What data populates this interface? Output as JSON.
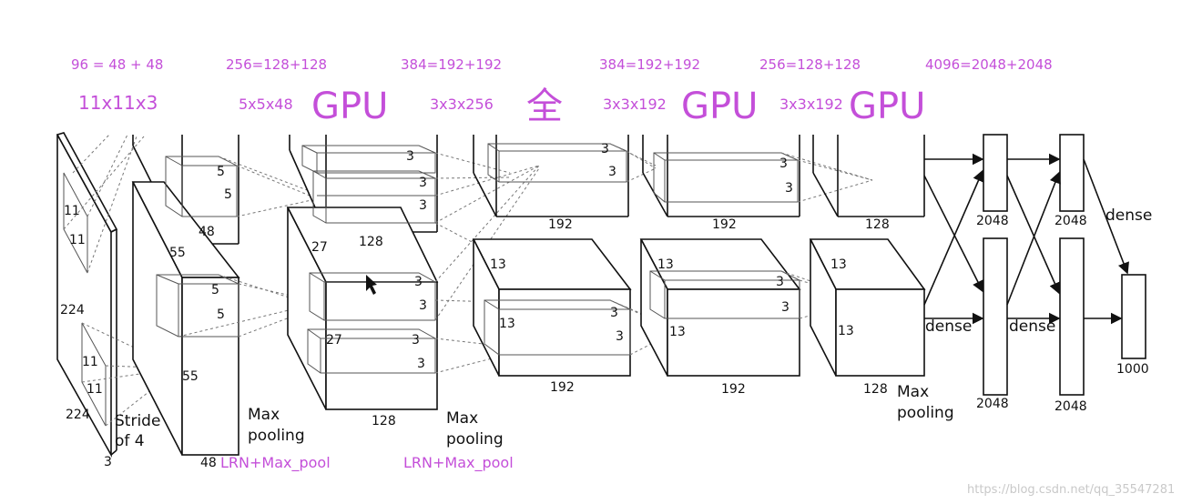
{
  "top_annotations": {
    "in1": "96 = 48 + 48",
    "in2": "256=128+128",
    "in3": "384=192+192",
    "in4": "384=192+192",
    "in5": "256=128+128",
    "in6": "4096=2048+2048"
  },
  "kernel_annotations": {
    "k1": "11x11x3",
    "k2": "5x5x48",
    "k3": "3x3x256",
    "k4": "3x3x192",
    "k5": "3x3x192"
  },
  "gpu_annotations": {
    "g1": "GPU",
    "g2": "全",
    "g3": "GPU",
    "g4": "GPU"
  },
  "bottom_annotations": {
    "b1": "LRN+Max_pool",
    "b2": "LRN+Max_pool"
  },
  "layer_labels": {
    "input_224_a": "224",
    "input_224_b": "224",
    "input_3": "3",
    "input_11_a": "11",
    "input_11_b": "11",
    "input_11_c": "11",
    "input_11_d": "11",
    "stride": "Stride",
    "stride2": "of 4",
    "c1_55a": "55",
    "c1_55b": "55",
    "c1_48a": "48",
    "c1_48b": "48",
    "c1_5a": "5",
    "c1_5b": "5",
    "c1_5c": "5",
    "c1_5d": "5",
    "mp1a": "Max",
    "mp1b": "pooling",
    "c2_27a": "27",
    "c2_27b": "27",
    "c2_128a": "128",
    "c2_128b": "128",
    "c2_3a": "3",
    "c2_3b": "3",
    "c2_3c": "3",
    "c2_3d": "3",
    "c2_3e": "3",
    "c2_3f": "3",
    "mp2a": "Max",
    "mp2b": "pooling",
    "c3_13a": "13",
    "c3_13b": "13",
    "c3_192a": "192",
    "c3_192b": "192",
    "c3_3a": "3",
    "c3_3b": "3",
    "c3_3c": "3",
    "c3_3d": "3",
    "c4_13a": "13",
    "c4_13b": "13",
    "c4_192a": "192",
    "c4_192b": "192",
    "c4_3a": "3",
    "c4_3b": "3",
    "c4_3c": "3",
    "c4_3d": "3",
    "c5_13a": "13",
    "c5_13b": "13",
    "c5_128a": "128",
    "c5_128b": "128",
    "mp3a": "Max",
    "mp3b": "pooling",
    "d1": "dense",
    "d2": "dense",
    "d3": "dense",
    "fc_2048a": "2048",
    "fc_2048b": "2048",
    "fc_2048c": "2048",
    "fc_2048d": "2048",
    "out_1000": "1000"
  },
  "watermark": "https://blog.csdn.net/qq_35547281"
}
